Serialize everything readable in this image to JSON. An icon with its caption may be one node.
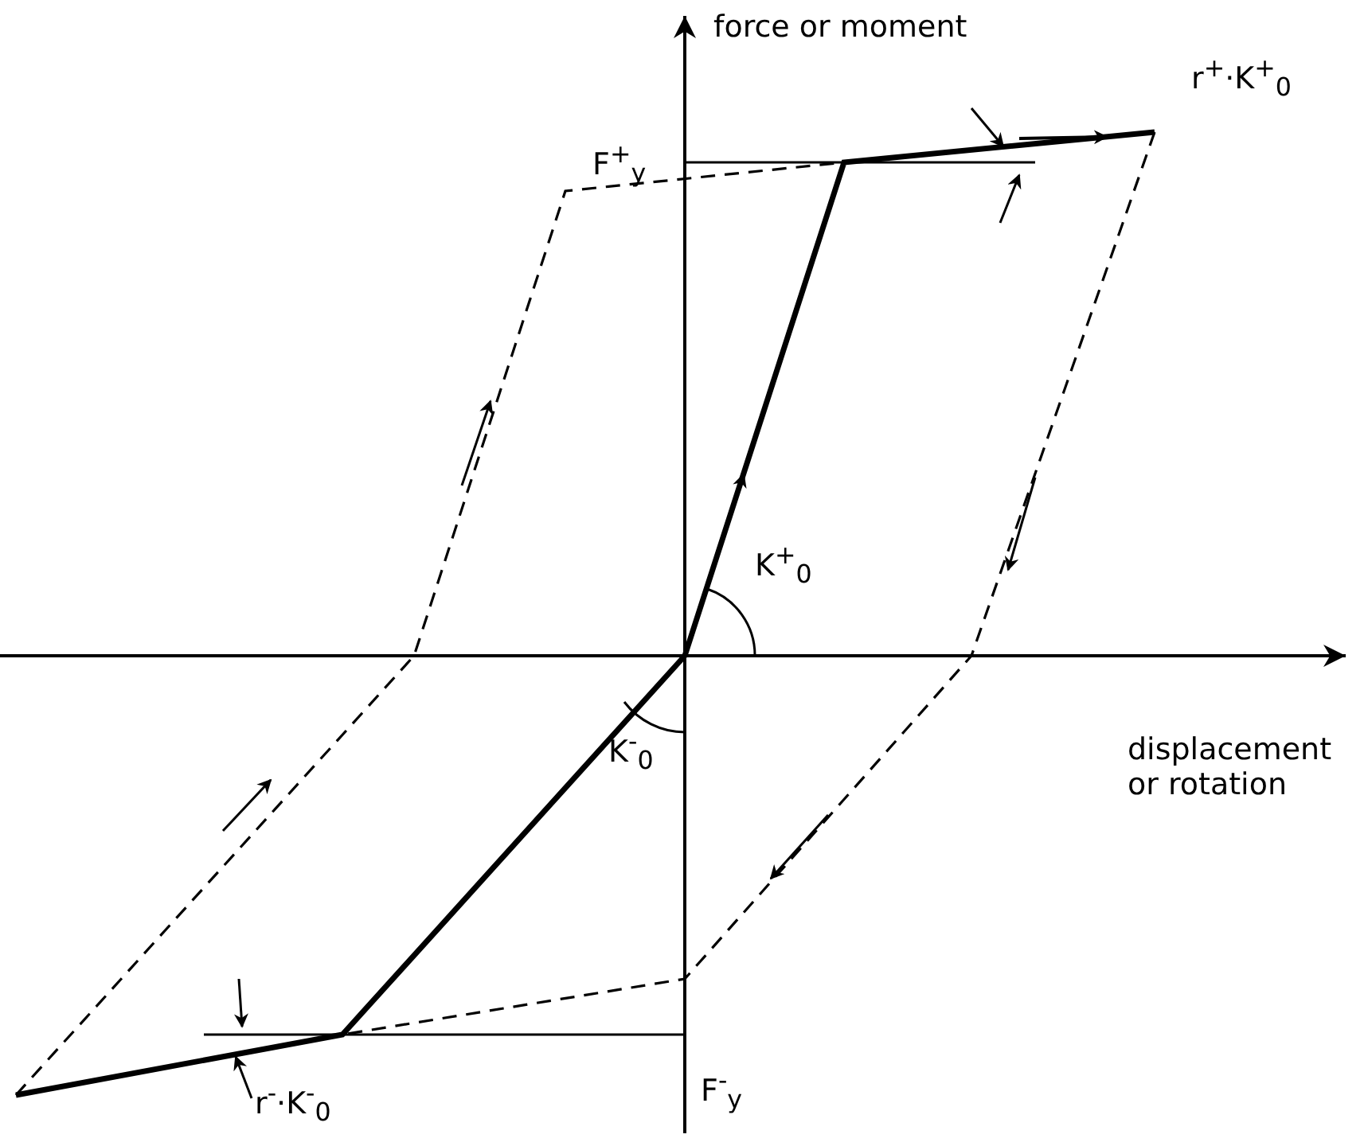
{
  "diagram": {
    "labels": [
      "force or moment",
      "r$^{+}$·K$^{+}$$_{0}$",
      "F$^{+}$$_{y}$",
      "K$^{+}$$_{0}$",
      "displacement or rotation",
      "K$^{-}$$_{0}$",
      "F$^{-}$$_{y}$",
      "r$^{-}$·K$^{-}$$_{0}$"
    ]
  }
}
